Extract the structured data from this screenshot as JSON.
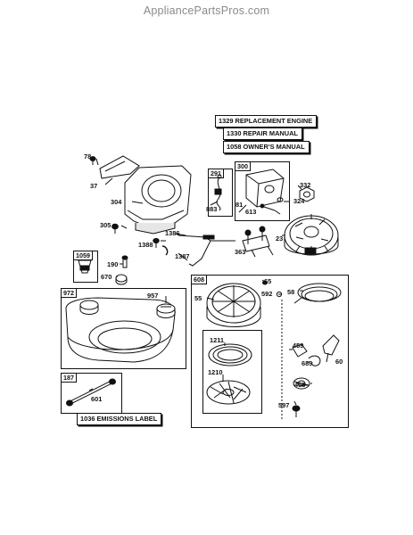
{
  "site_watermark": "AppliancePartsPros.com",
  "manual_labels": {
    "replacement_engine": "1329 REPLACEMENT ENGINE",
    "repair_manual": "1330 REPAIR MANUAL",
    "owners_manual": "1058 OWNER'S MANUAL",
    "emissions_label": "1036 EMISSIONS LABEL"
  },
  "kit_boxes": {
    "k291": "291",
    "k300": "300",
    "k1059": "1059",
    "k608": "608",
    "k972": "972",
    "k187": "187"
  },
  "parts": {
    "p78": "78",
    "p37": "37",
    "p304": "304",
    "p305": "305",
    "p883": "883",
    "p81": "81",
    "p613": "613",
    "p332": "332",
    "p324": "324",
    "p1386": "1386",
    "p1388": "1388",
    "p1387": "1387",
    "p363": "363",
    "p23": "23",
    "p190": "190",
    "p670": "670",
    "p957": "957",
    "p55": "55",
    "p65": "65",
    "p592": "592",
    "p58": "58",
    "p1211": "1211",
    "p1210": "1210",
    "p459": "459",
    "p689": "689",
    "p60": "60",
    "p456": "456",
    "p597": "597",
    "p601": "601"
  }
}
